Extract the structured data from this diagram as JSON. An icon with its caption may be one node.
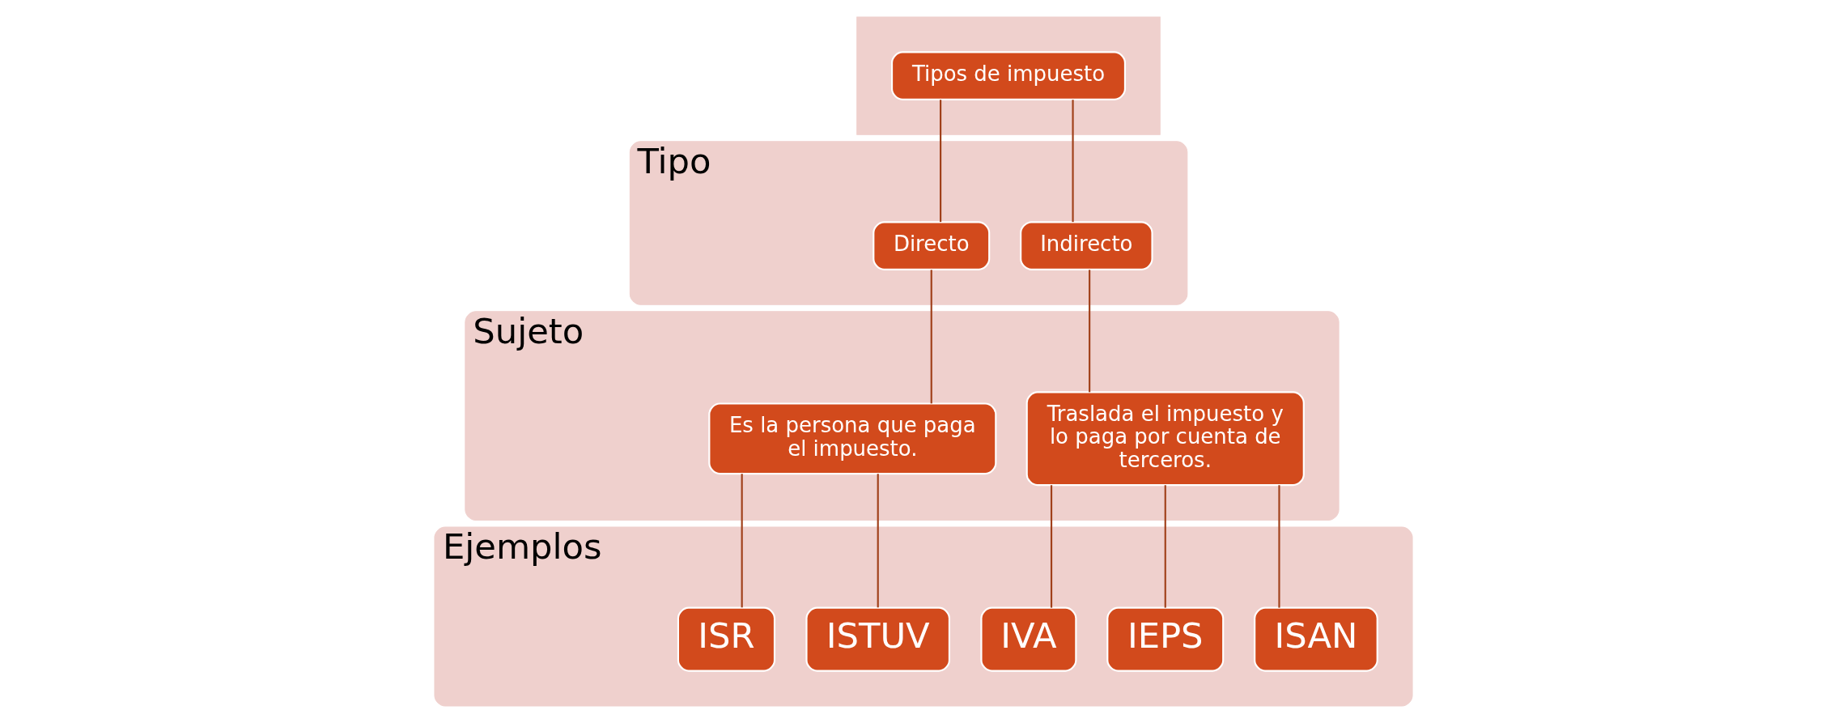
{
  "diagram": {
    "nodes": [
      {
        "text": [],
        "shape": "box"
      },
      {
        "text": [
          "Tipos de impuesto"
        ],
        "in": 0
      },
      {
        "text": [
          "Tipo"
        ]
      },
      {
        "text": [
          "Directo"
        ],
        "in": 2
      },
      {
        "text": [
          "Indirecto"
        ],
        "in": 2
      },
      {
        "text": [
          "Sujeto"
        ]
      },
      {
        "text": [
          "Es la persona que paga el impuesto."
        ],
        "in": 5
      },
      {
        "text": [
          "Traslada el impuesto y lo paga por cuenta de terceros."
        ],
        "in": 5
      },
      {
        "text": [
          "Ejemplos"
        ]
      },
      {
        "text": [
          "ISR"
        ],
        "in": 8
      },
      {
        "text": [
          "ISTUV"
        ],
        "in": 8
      },
      {
        "text": [
          "IVA"
        ],
        "in": 8
      },
      {
        "text": [
          "IEPS"
        ],
        "in": 8
      },
      {
        "text": [
          "ISAN"
        ],
        "in": 8
      }
    ],
    "edges": [
      {
        "from": 1,
        "to": 3,
        "arrow": "none"
      },
      {
        "from": 1,
        "to": 4,
        "arrow": "none"
      },
      {
        "from": 3,
        "to": 6,
        "arrow": "none"
      },
      {
        "from": 4,
        "to": 7,
        "arrow": "none"
      },
      {
        "from": 6,
        "to": 9,
        "arrow": "none"
      },
      {
        "from": 6,
        "to": 10,
        "arrow": "none"
      },
      {
        "from": 7,
        "to": 11,
        "arrow": "none"
      },
      {
        "from": 7,
        "to": 12,
        "arrow": "none"
      },
      {
        "from": 7,
        "to": 13,
        "arrow": "none"
      }
    ]
  }
}
